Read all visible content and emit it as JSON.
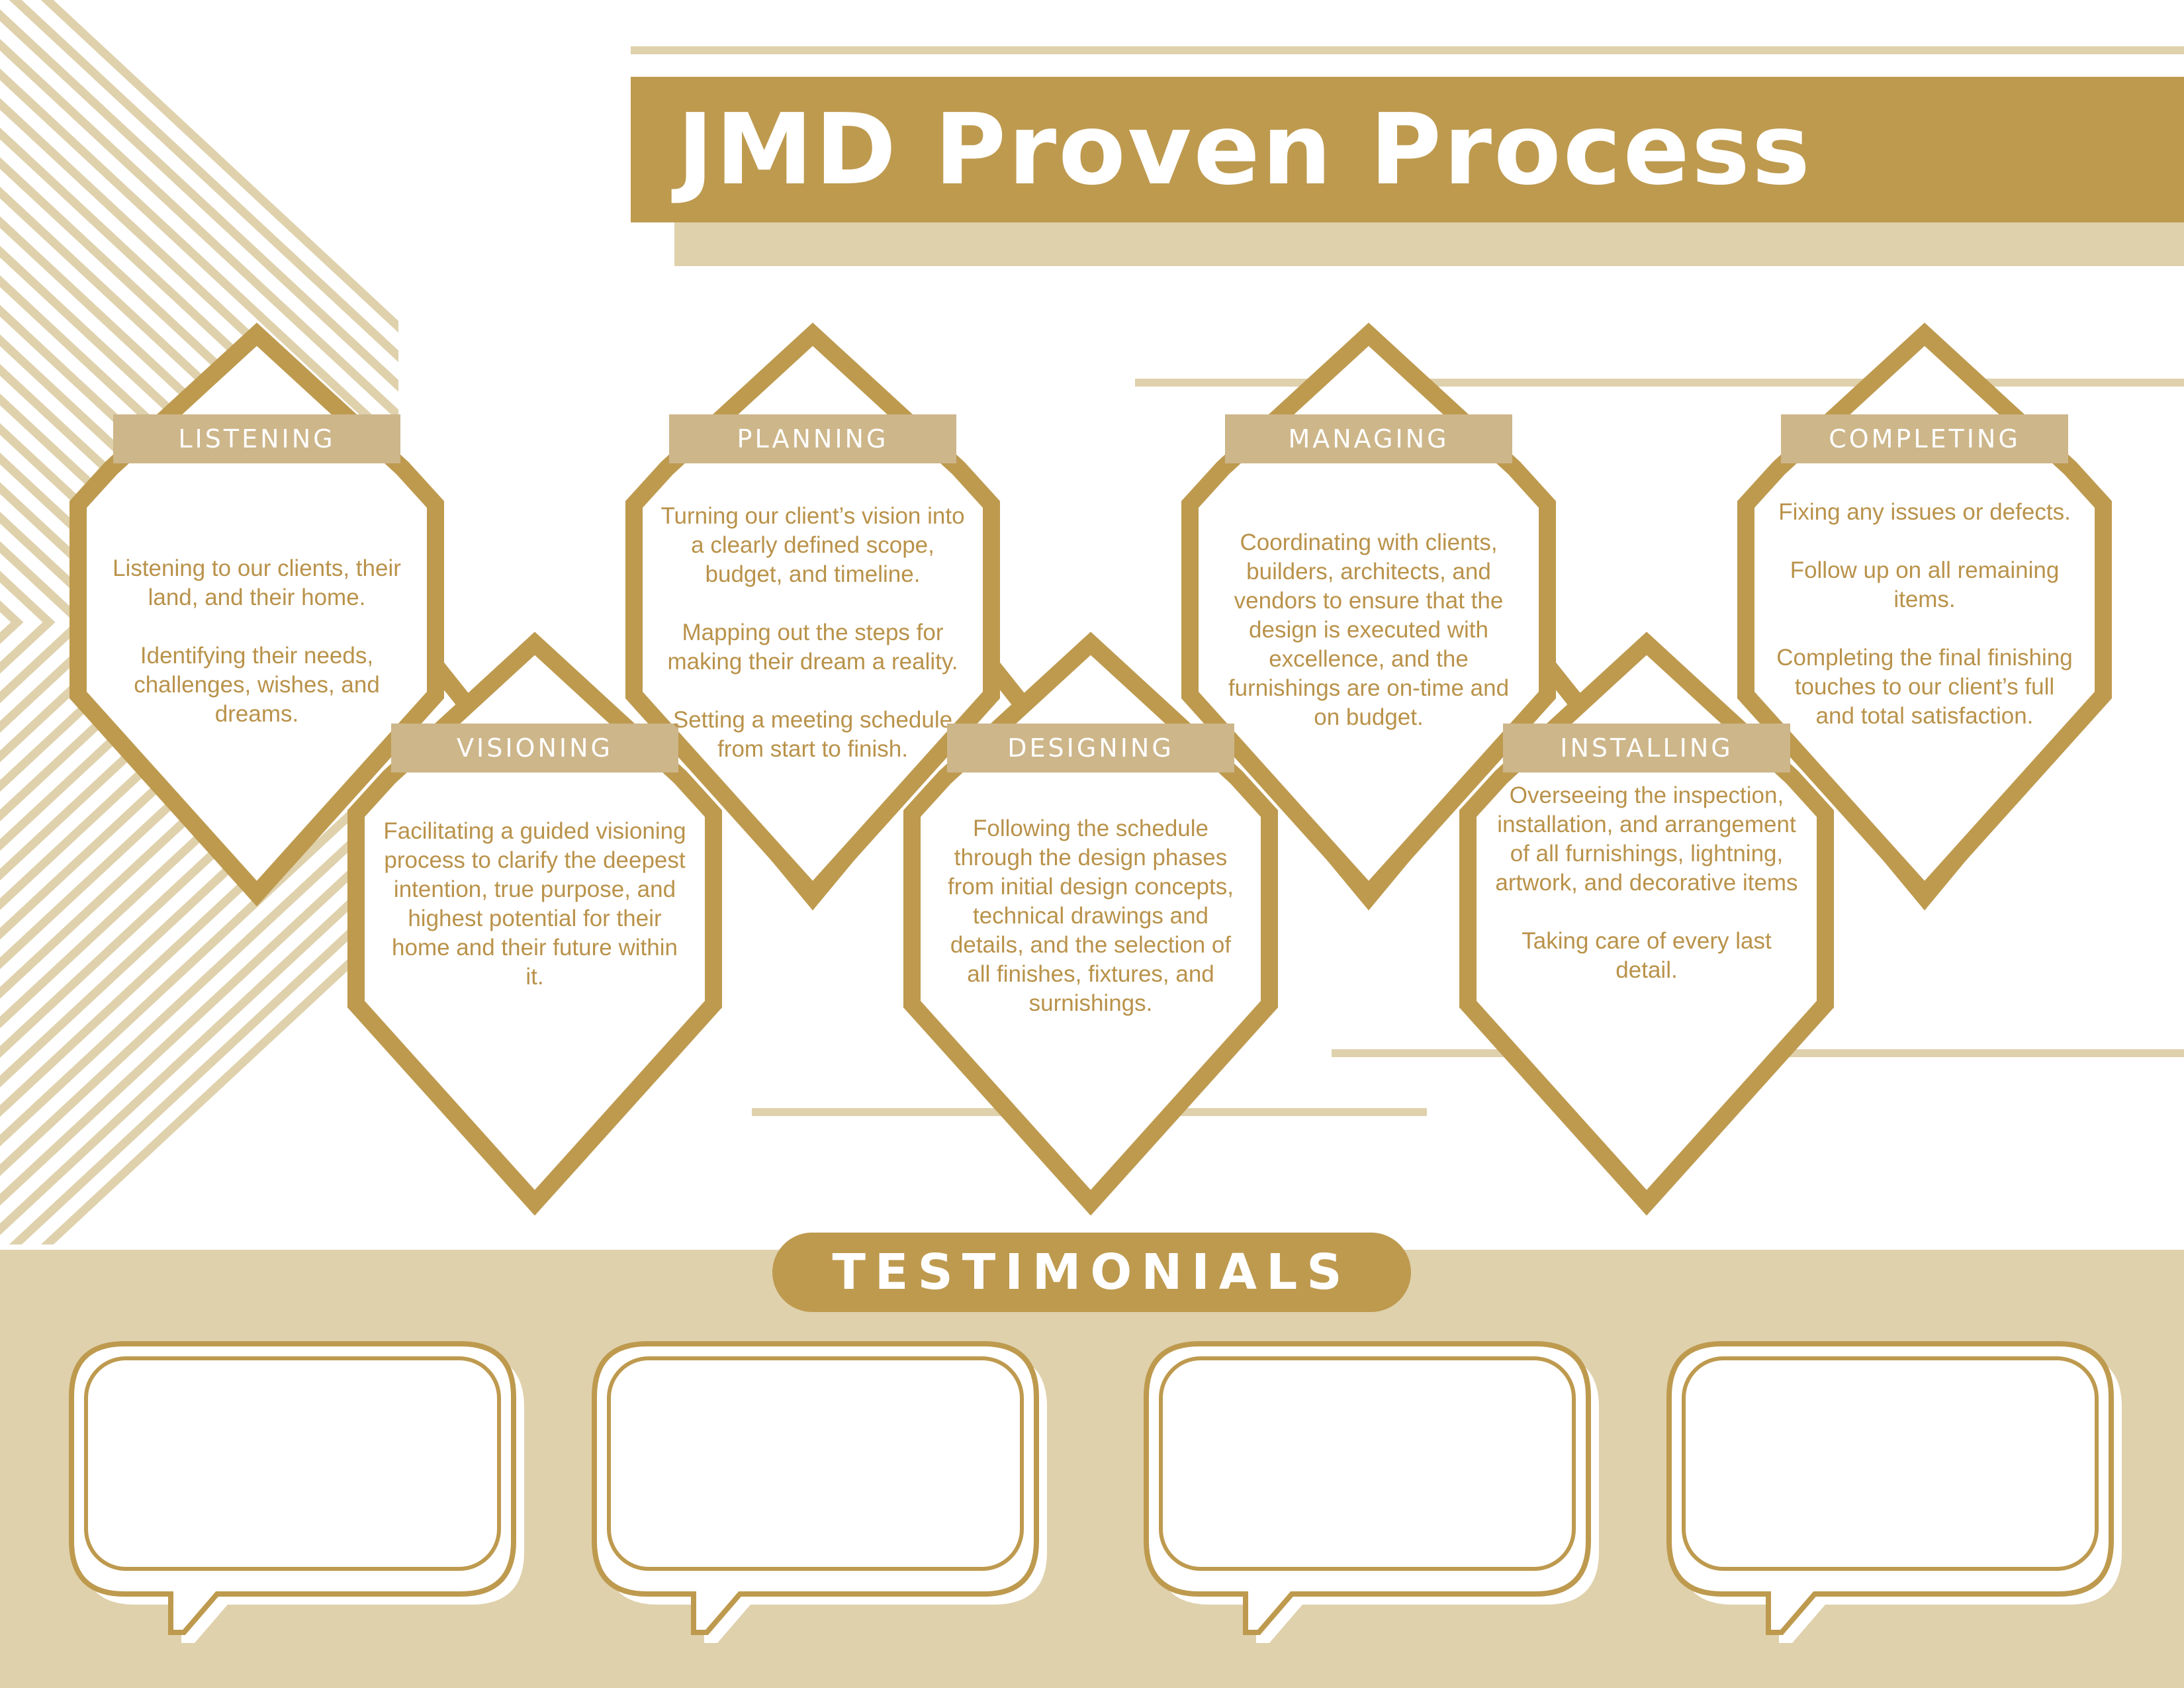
{
  "title": "JMD Proven Process",
  "colors": {
    "gold": "#BE9A4F",
    "tan": "#DFD1AC",
    "label_tan": "#CDB68A",
    "text_gold": "#B9924A",
    "white": "#FFFFFF"
  },
  "steps": [
    {
      "label": "LISTENING",
      "paragraphs": [
        "Listening to our clients, their land, and their home.",
        "Identifying their needs, challenges, wishes, and dreams."
      ]
    },
    {
      "label": "VISIONING",
      "paragraphs": [
        "Facilitating a guided visioning process to clarify the deepest intention, true purpose, and highest potential for their home and their future within it."
      ]
    },
    {
      "label": "PLANNING",
      "paragraphs": [
        "Turning our client’s vision into a clearly defined scope, budget, and timeline.",
        "Mapping out the steps for making their dream a reality.",
        "Setting a meeting schedule from start to finish."
      ]
    },
    {
      "label": "DESIGNING",
      "paragraphs": [
        "Following the schedule through the design phases from initial design concepts, technical drawings and details, and the selection of all finishes, fixtures, and surnishings."
      ]
    },
    {
      "label": "MANAGING",
      "paragraphs": [
        "Coordinating with clients, builders, architects, and vendors to ensure that the design is executed with excellence, and the furnishings are on-time and on budget."
      ]
    },
    {
      "label": "INSTALLING",
      "paragraphs": [
        "Overseeing the inspection, installation, and arrangement of all furnishings, lightning, artwork, and decorative items",
        "Taking care of every last detail."
      ]
    },
    {
      "label": "COMPLETING",
      "paragraphs": [
        "Fixing any issues or defects.",
        "Follow up on all remaining items.",
        "Completing the final finishing touches to our client’s full and total satisfaction."
      ]
    }
  ],
  "testimonials": {
    "heading": "TESTIMONIALS",
    "bubble_count": 4
  }
}
